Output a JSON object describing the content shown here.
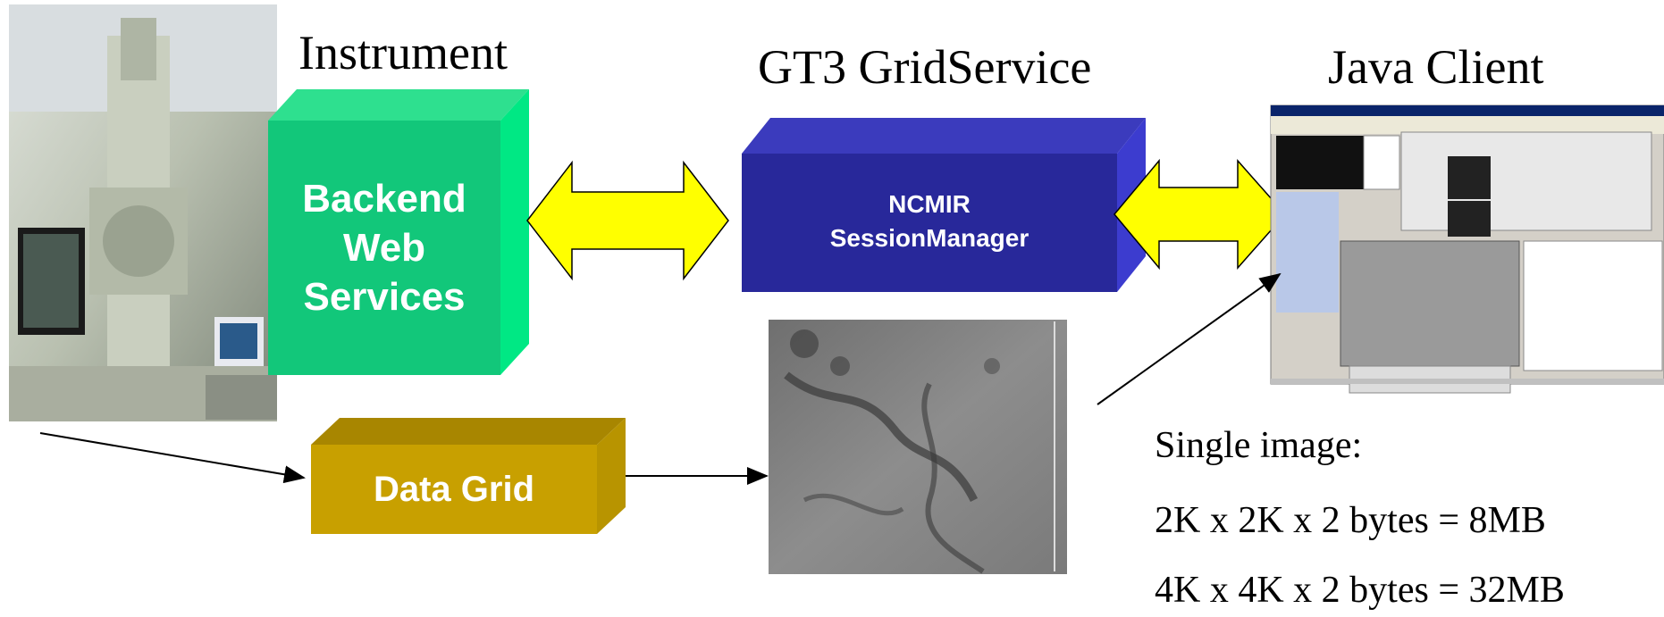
{
  "labels": {
    "instrument": "Instrument",
    "gridservice": "GT3 GridService",
    "java_client": "Java Client"
  },
  "boxes": {
    "backend": {
      "lines": [
        "Backend",
        "Web",
        "Services"
      ],
      "color": "#12c77a"
    },
    "session": {
      "lines": [
        "NCMIR",
        "SessionManager"
      ],
      "color": "#28289a"
    },
    "datagrid": {
      "lines": [
        "Data Grid"
      ],
      "color": "#c8a000"
    }
  },
  "notes": {
    "single_image": "Single image:",
    "size_2k": "2K x 2K x 2 bytes = 8MB",
    "size_4k": "4K x 4K x 2 bytes = 32MB"
  },
  "colors": {
    "arrow_fill": "#ffff00",
    "arrow_stroke": "#000000"
  }
}
